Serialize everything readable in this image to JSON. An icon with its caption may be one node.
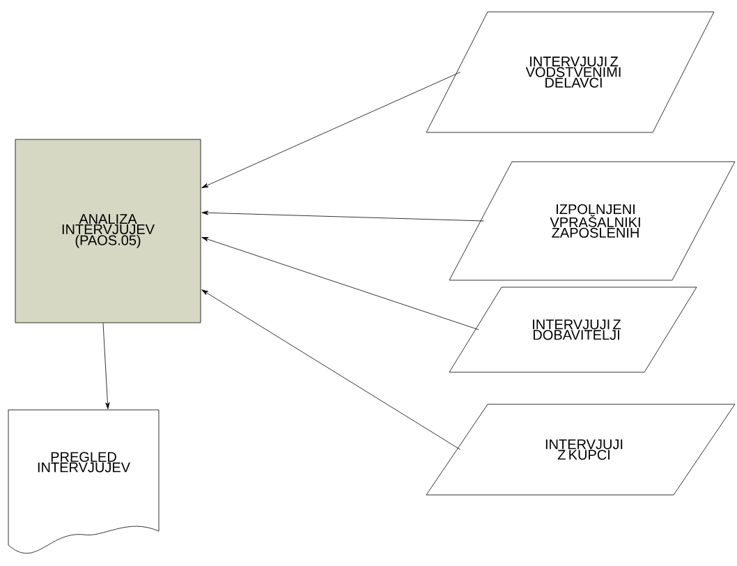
{
  "diagram": {
    "nodes": [
      {
        "text": [
          "ANALIZA INTERVJUJEV (PAOS.05)"
        ]
      },
      {
        "text": [
          "INTERVJUJI Z VODSTVENIMI DELAVCI"
        ]
      },
      {
        "text": [
          "IZPOLNJENI VPRAŠALNIKI ZAPOSLENIH"
        ]
      },
      {
        "text": [
          "INTERVJUJI Z DOBAVITELJI"
        ]
      },
      {
        "text": [
          "INTERVJUJI Z KUPCI"
        ]
      },
      {
        "text": [
          "PREGLED INTERVJUJEV"
        ]
      }
    ],
    "edges": [
      {
        "from": 1,
        "to": 0,
        "arrow": "to"
      },
      {
        "from": 2,
        "to": 0,
        "arrow": "to"
      },
      {
        "from": 3,
        "to": 0,
        "arrow": "to"
      },
      {
        "from": 4,
        "to": 0,
        "arrow": "to"
      },
      {
        "from": 0,
        "to": 5,
        "arrow": "to"
      }
    ]
  }
}
